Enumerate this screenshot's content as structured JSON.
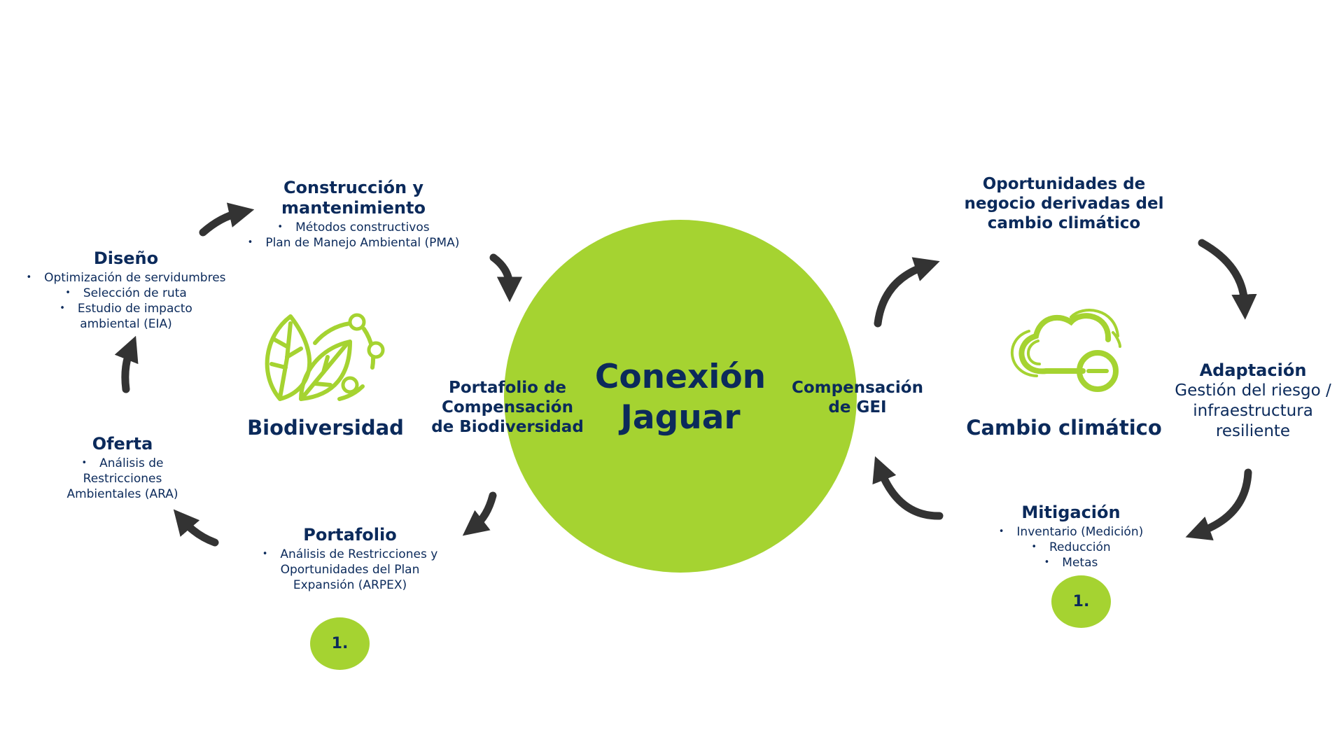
{
  "center": {
    "title_line1": "Conexión",
    "title_line2": "Jaguar"
  },
  "biodiversity": {
    "title": "Biodiversidad",
    "icon": "leaf-network-icon",
    "design": {
      "title": "Diseño",
      "items": [
        "Optimización de servidumbres",
        "Selección de ruta",
        "Estudio de impacto ambiental (EIA)"
      ]
    },
    "construction": {
      "title_line1": "Construcción y",
      "title_line2": "mantenimiento",
      "items": [
        "Métodos constructivos",
        "Plan de Manejo Ambiental (PMA)"
      ]
    },
    "offer": {
      "title": "Oferta",
      "items": [
        "Análisis de Restricciones Ambientales (ARA)"
      ]
    },
    "portfolio": {
      "title": "Portafolio",
      "items": [
        "Análisis de Restricciones y Oportunidades del Plan Expansión (ARPEX)"
      ]
    },
    "compensation": {
      "line1": "Portafolio de",
      "line2": "Compensación",
      "line3": "de Biodiversidad"
    },
    "badge": "1."
  },
  "climate": {
    "title": "Cambio climático",
    "icon": "cloud-minus-icon",
    "opportunities": {
      "line1": "Oportunidades de",
      "line2": "negocio derivadas del",
      "line3": "cambio climático"
    },
    "adaptation": {
      "title": "Adaptación",
      "line1": "Gestión del riesgo /",
      "line2": "infraestructura",
      "line3": "resiliente"
    },
    "mitigation": {
      "title": "Mitigación",
      "items": [
        "Inventario (Medición)",
        "Reducción",
        "Metas"
      ]
    },
    "compensation": {
      "line1": "Compensación",
      "line2": "de GEI"
    },
    "badge": "1."
  },
  "colors": {
    "green": "#a5d331",
    "navy": "#0b2a5b",
    "arrow": "#333333"
  }
}
